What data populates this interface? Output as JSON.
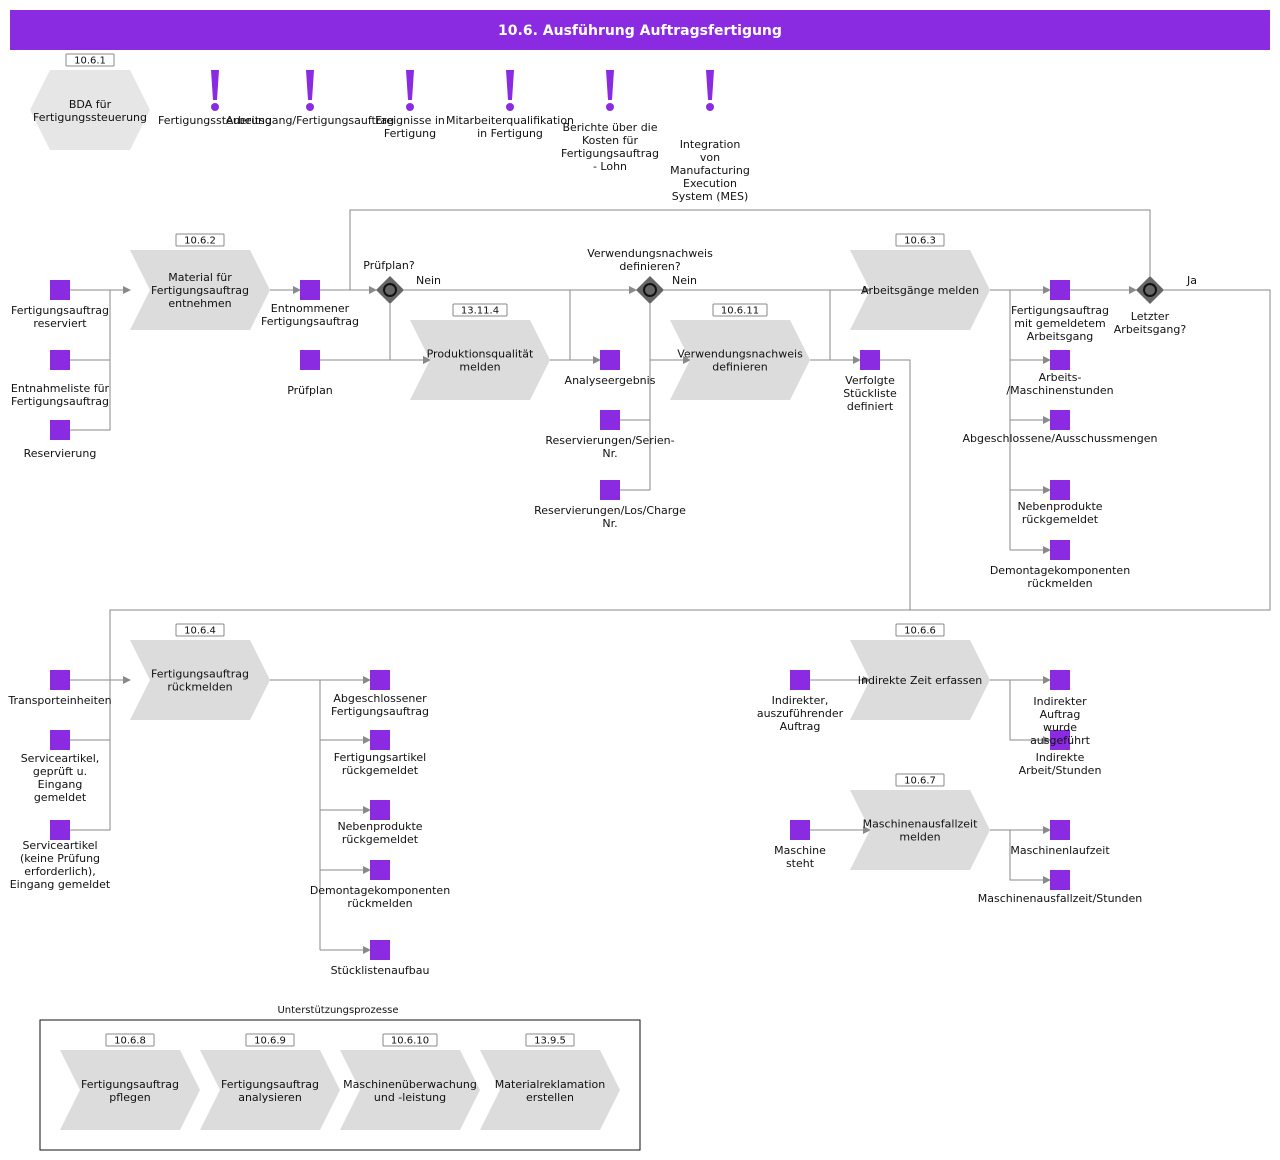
{
  "title": "10.6. Ausführung Auftragsfertigung",
  "trigger": {
    "id": "10.6.1",
    "label": [
      "BDA für",
      "Fertigungssteuerung"
    ]
  },
  "alerts": [
    {
      "label": [
        "Fertigungssteuerung"
      ]
    },
    {
      "label": [
        "Arbeitsgang/Fertigungsauftrag"
      ]
    },
    {
      "label": [
        "Ereignisse in",
        "Fertigung"
      ]
    },
    {
      "label": [
        "Mitarbeiterqualifikation",
        "in Fertigung"
      ]
    },
    {
      "label": [
        "Berichte über die",
        "Kosten für",
        "Fertigungsauftrag",
        "- Lohn"
      ]
    },
    {
      "label": [
        "Integration",
        "von",
        "Manufacturing",
        "Execution",
        "System (MES)"
      ]
    }
  ],
  "processes": [
    {
      "id": "10.6.2",
      "label": [
        "Material für",
        "Fertigungsauftrag",
        "entnehmen"
      ]
    },
    {
      "id": "13.11.4",
      "label": [
        "Produktionsqualität",
        "melden"
      ]
    },
    {
      "id": "10.6.11",
      "label": [
        "Verwendungsnachweis",
        "definieren"
      ]
    },
    {
      "id": "10.6.3",
      "label": [
        "Arbeitsgänge melden"
      ]
    },
    {
      "id": "10.6.4",
      "label": [
        "Fertigungsauftrag",
        "rückmelden"
      ]
    },
    {
      "id": "10.6.6",
      "label": [
        "Indirekte Zeit erfassen"
      ]
    },
    {
      "id": "10.6.7",
      "label": [
        "Maschinenausfallzeit",
        "melden"
      ]
    }
  ],
  "gateways": [
    {
      "label": [
        "Prüfplan?"
      ],
      "branch": "Nein"
    },
    {
      "label": [
        "Verwendungsnachweis",
        "definieren?"
      ],
      "branch": "Nein"
    },
    {
      "label": [
        "Letzter",
        "Arbeitsgang?"
      ],
      "branch": "Ja"
    }
  ],
  "objects": [
    {
      "label": [
        "Fertigungsauftrag",
        "reserviert"
      ]
    },
    {
      "label": [
        "Entnahmeliste für",
        "Fertigungsauftrag"
      ]
    },
    {
      "label": [
        "Reservierung"
      ]
    },
    {
      "label": [
        "Entnommener",
        "Fertigungsauftrag"
      ]
    },
    {
      "label": [
        "Prüfplan"
      ]
    },
    {
      "label": [
        "Analyseergebnis"
      ]
    },
    {
      "label": [
        "Reservierungen/Serien-",
        "Nr."
      ]
    },
    {
      "label": [
        "Reservierungen/Los/Charge",
        "Nr."
      ]
    },
    {
      "label": [
        "Verfolgte",
        "Stückliste",
        "definiert"
      ]
    },
    {
      "label": [
        "Fertigungsauftrag",
        "mit gemeldetem",
        "Arbeitsgang"
      ]
    },
    {
      "label": [
        "Arbeits-",
        "/Maschinenstunden"
      ]
    },
    {
      "label": [
        "Abgeschlossene/Ausschussmengen"
      ]
    },
    {
      "label": [
        "Nebenprodukte",
        "rückgemeldet"
      ]
    },
    {
      "label": [
        "Demontagekomponenten",
        "rückmelden"
      ]
    },
    {
      "label": [
        "Transporteinheiten"
      ]
    },
    {
      "label": [
        "Serviceartikel,",
        "geprüft u.",
        "Eingang",
        "gemeldet"
      ]
    },
    {
      "label": [
        "Serviceartikel",
        "(keine Prüfung",
        "erforderlich),",
        "Eingang gemeldet"
      ]
    },
    {
      "label": [
        "Abgeschlossener",
        "Fertigungsauftrag"
      ]
    },
    {
      "label": [
        "Fertigungsartikel",
        "rückgemeldet"
      ]
    },
    {
      "label": [
        "Nebenprodukte",
        "rückgemeldet"
      ]
    },
    {
      "label": [
        "Demontagekomponenten",
        "rückmelden"
      ]
    },
    {
      "label": [
        "Stücklistenaufbau"
      ]
    },
    {
      "label": [
        "Indirekter,",
        "auszuführender",
        "Auftrag"
      ]
    },
    {
      "label": [
        "Indirekter",
        "Auftrag",
        "wurde",
        "ausgeführt"
      ]
    },
    {
      "label": [
        "Indirekte",
        "Arbeit/Stunden"
      ]
    },
    {
      "label": [
        "Maschine",
        "steht"
      ]
    },
    {
      "label": [
        "Maschinenlaufzeit"
      ]
    },
    {
      "label": [
        "Maschinenausfallzeit/Stunden"
      ]
    }
  ],
  "support": {
    "title": "Unterstützungsprozesse",
    "items": [
      {
        "id": "10.6.8",
        "label": [
          "Fertigungsauftrag",
          "pflegen"
        ]
      },
      {
        "id": "10.6.9",
        "label": [
          "Fertigungsauftrag",
          "analysieren"
        ]
      },
      {
        "id": "10.6.10",
        "label": [
          "Maschinenüberwachung",
          "und -leistung"
        ]
      },
      {
        "id": "13.9.5",
        "label": [
          "Materialreklamation",
          "erstellen"
        ]
      }
    ]
  },
  "colors": {
    "header": "#8a2be2",
    "object": "#8a2be2",
    "process": "#dcdcdc",
    "connector": "#8a8a8a",
    "gateway": "#666666"
  }
}
